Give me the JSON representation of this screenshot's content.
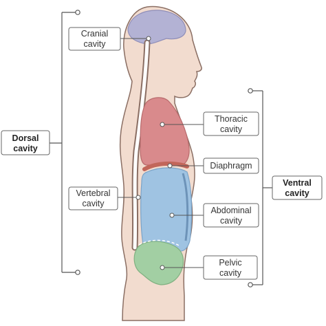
{
  "labels": {
    "cranial": [
      "Cranial",
      "cavity"
    ],
    "thoracic": [
      "Thoracic",
      "cavity"
    ],
    "diaphragm": [
      "Diaphragm"
    ],
    "vertebral": [
      "Vertebral",
      "cavity"
    ],
    "abdominal": [
      "Abdominal",
      "cavity"
    ],
    "pelvic": [
      "Pelvic",
      "cavity"
    ],
    "dorsal": [
      "Dorsal",
      "cavity"
    ],
    "ventral": [
      "Ventral",
      "cavity"
    ]
  },
  "colors": {
    "skin": "#f2dccf",
    "outline": "#8a6e63",
    "cranial": "#b3b2d4",
    "thoracic": "#d98a8c",
    "abdominal": "#9fc3e2",
    "pelvic": "#a2cfa3",
    "diaphragm": "#c2665a",
    "line": "#555555"
  }
}
